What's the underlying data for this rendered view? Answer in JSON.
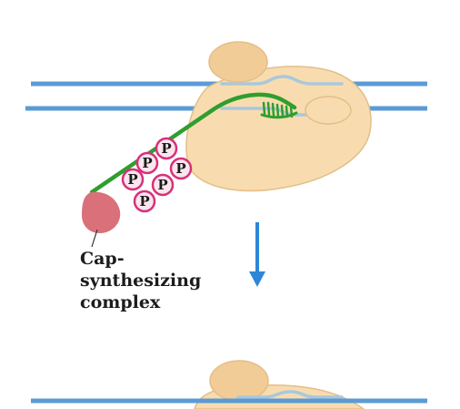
{
  "diagram": {
    "label_lines": [
      "Cap-",
      "synthesizing",
      "complex"
    ],
    "phosphate_symbol": "P",
    "phosphate_count": 6,
    "colors": {
      "dna_strand": "#5b9bd5",
      "transcription_bubble": "#a9c8dc",
      "polymerase_body": "#f8dcb0",
      "polymerase_upper": "#f1cc96",
      "polymerase_outline": "#e3be89",
      "rna_transcript": "#2f9e2f",
      "cap_complex": "#d9707a",
      "phosphate_ring": "#d6317a",
      "phosphate_fill": "#fbe6ee",
      "arrow": "#2f86d6"
    },
    "arrow_direction": "down"
  }
}
